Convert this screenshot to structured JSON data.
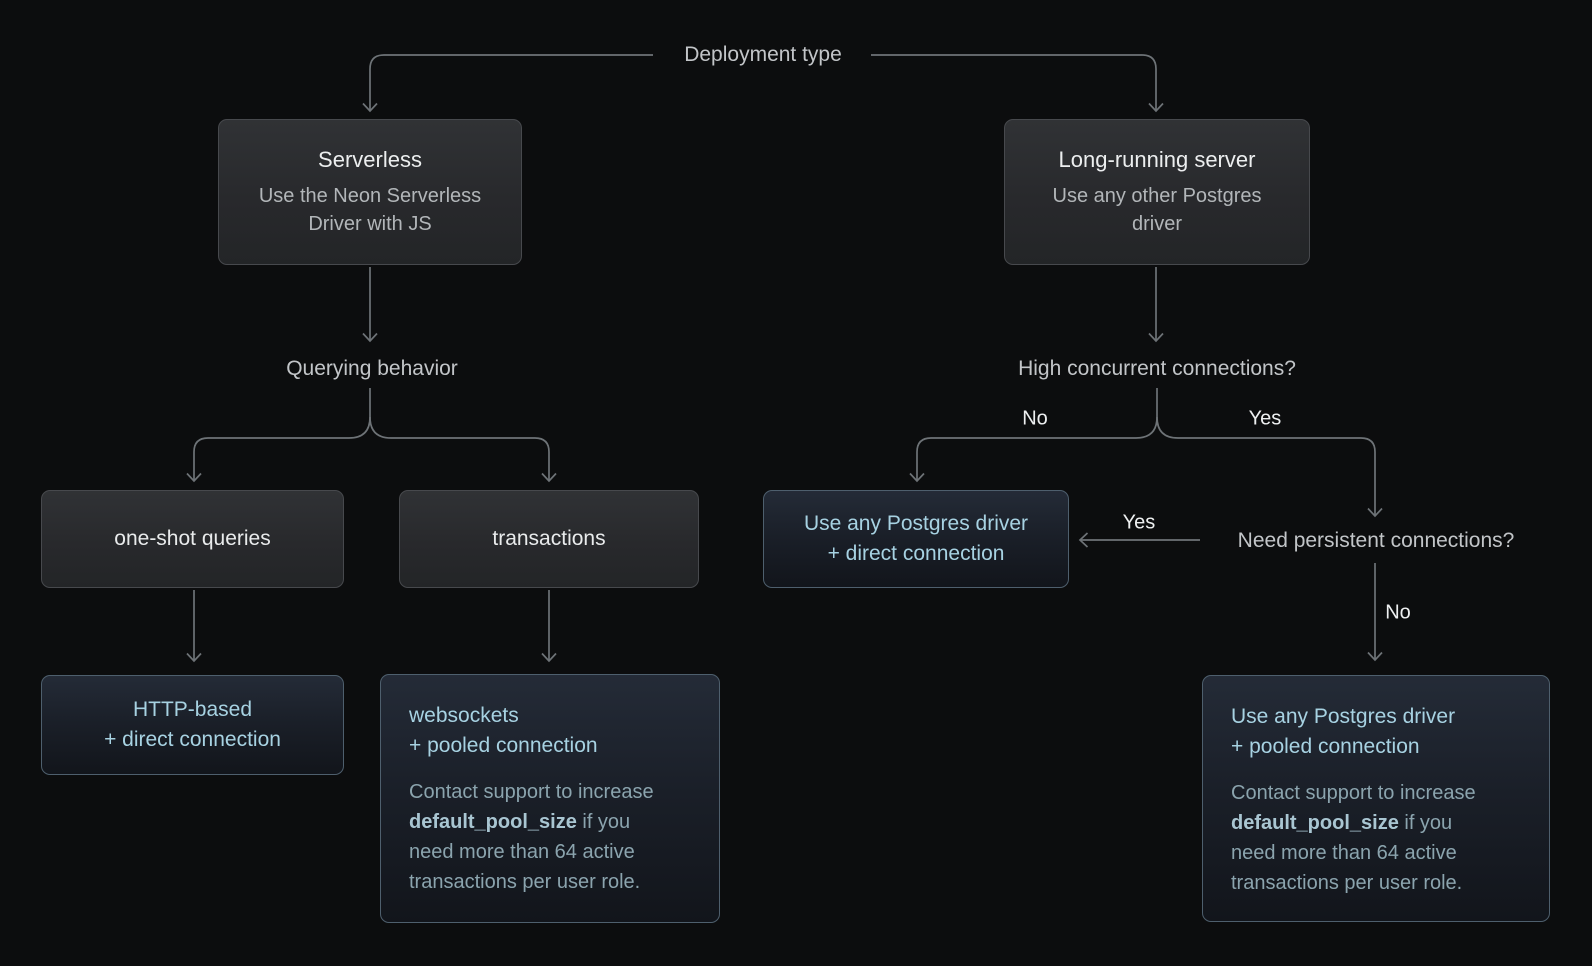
{
  "diagram": {
    "root": {
      "label": "Deployment type"
    },
    "questions": {
      "querying_behavior": "Querying behavior",
      "high_concurrent": "High concurrent connections?",
      "need_persistent": "Need persistent connections?"
    },
    "edge_labels": {
      "high_concurrent_no": "No",
      "high_concurrent_yes": "Yes",
      "need_persistent_yes": "Yes",
      "need_persistent_no": "No"
    },
    "nodes": {
      "serverless": {
        "title": "Serverless",
        "subtitle": "Use the Neon Serverless Driver with JS"
      },
      "long_running": {
        "title": "Long-running server",
        "subtitle": "Use any other Postgres driver"
      },
      "one_shot": {
        "title": "one-shot queries"
      },
      "transactions": {
        "title": "transactions"
      },
      "http_direct": {
        "line1": "HTTP-based",
        "line2": "+ direct connection"
      },
      "any_driver_direct": {
        "line1": "Use any Postgres driver",
        "line2": "+ direct connection"
      },
      "websockets_pooled": {
        "line1": "websockets",
        "line2": "+ pooled connection",
        "note_prefix": "Contact support to increase ",
        "note_code": "default_pool_size",
        "note_suffix": " if you need more than 64 active transactions per user role."
      },
      "any_driver_pooled": {
        "line1": "Use any Postgres driver",
        "line2": "+ pooled connection",
        "note_prefix": "Contact support to increase ",
        "note_code": "default_pool_size",
        "note_suffix": " if you need more than 64 active transactions per user role."
      }
    },
    "colors": {
      "background": "#0c0d0e",
      "edge_line": "#6e7377",
      "decision_box_bg": "#28292c",
      "decision_box_border": "#47494d",
      "result_box_bg": "#1a1f28",
      "result_box_border": "#4e5f6d",
      "result_text": "#a7d2e2",
      "note_text": "#8ba4ae",
      "label_text": "#c2c5c8",
      "yes_no_text": "#eef0f1"
    }
  }
}
